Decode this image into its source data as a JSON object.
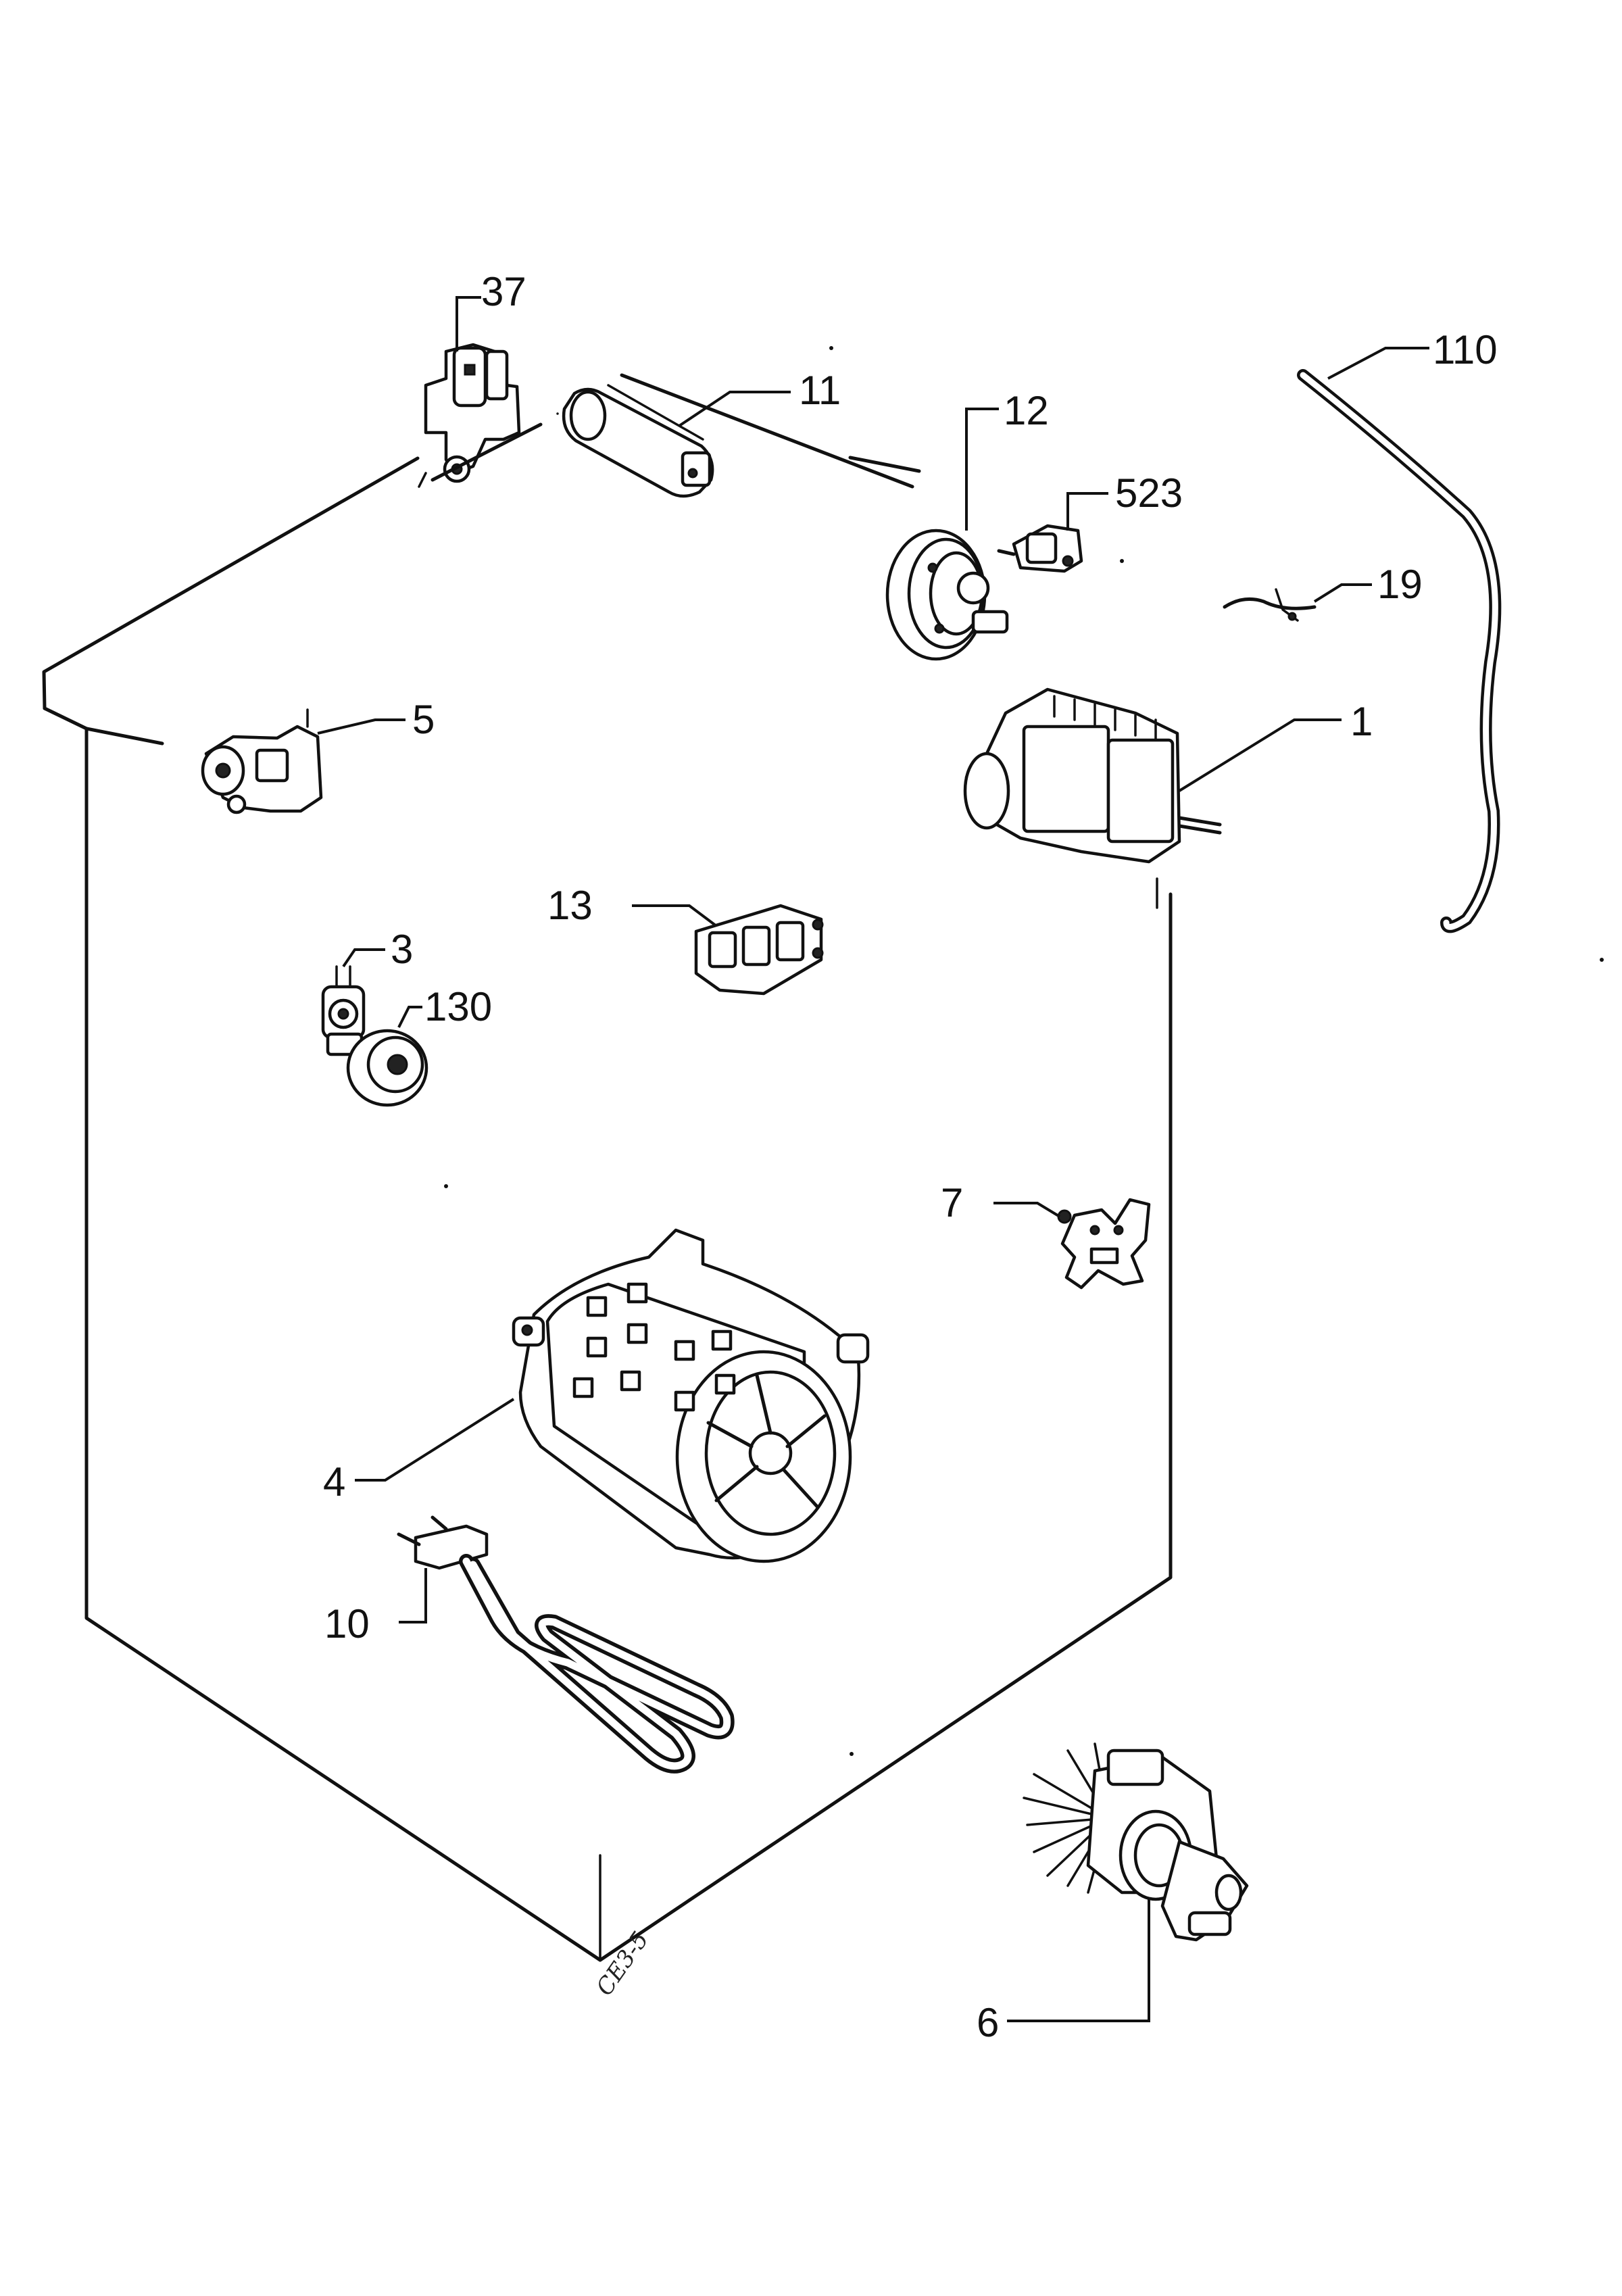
{
  "diagram": {
    "callouts": [
      "37",
      "11",
      "12",
      "523",
      "110",
      "19",
      "5",
      "1",
      "13",
      "3",
      "130",
      "7",
      "4",
      "10",
      "6"
    ],
    "drawing_code": "CE3-5",
    "colors": {
      "ink": "#111111",
      "paper": "#ffffff"
    }
  }
}
